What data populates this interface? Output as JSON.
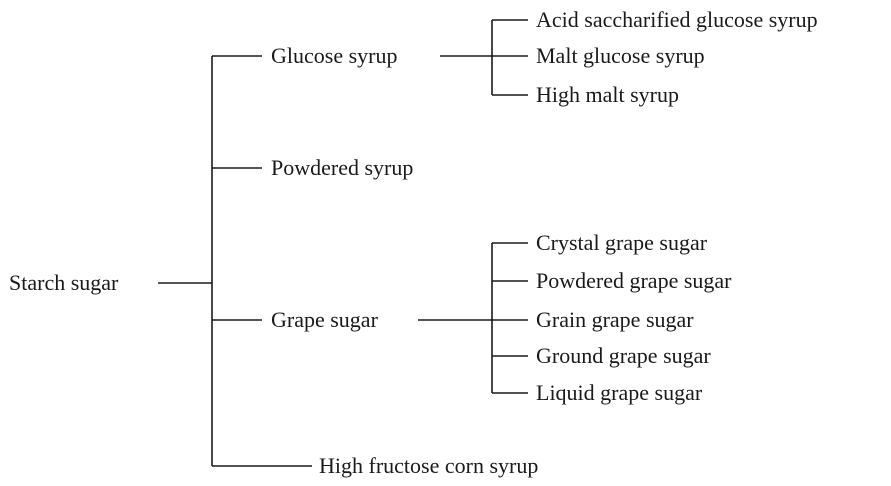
{
  "tree": {
    "root": "Starch sugar",
    "branches": [
      {
        "label": "Glucose syrup",
        "children": [
          "Acid saccharified glucose syrup",
          "Malt glucose syrup",
          "High malt syrup"
        ]
      },
      {
        "label": "Powdered syrup"
      },
      {
        "label": "Grape sugar",
        "children": [
          "Crystal grape sugar",
          "Powdered grape sugar",
          "Grain grape sugar",
          "Ground grape sugar",
          "Liquid grape sugar"
        ]
      },
      {
        "label": "High fructose corn syrup"
      }
    ]
  }
}
